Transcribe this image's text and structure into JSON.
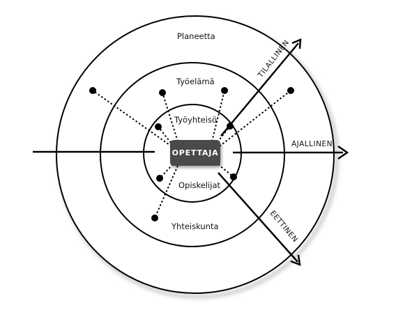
{
  "rings": {
    "outer": "Planeetta",
    "middle": "Työelämä",
    "inner": "Työyhteisö",
    "inner_lower": "Opiskelijat",
    "middle_lower": "Yhteiskunta"
  },
  "center": "OPETTAJA",
  "axes": {
    "spatial": "TILALLINEN",
    "temporal": "AJALLINEN",
    "ethical": "EETTINEN"
  },
  "colors": {
    "line": "#000000",
    "center_fill": "#4a4a4a",
    "center_text": "#ffffff",
    "shadow": "#c8c8c8"
  }
}
